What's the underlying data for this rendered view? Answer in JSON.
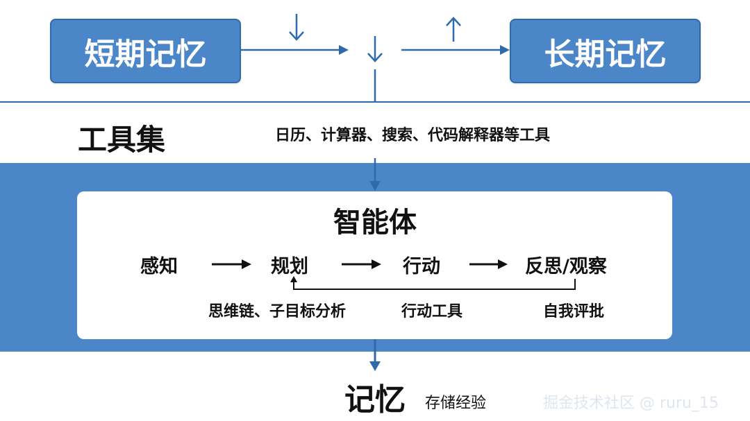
{
  "top": {
    "short_term_memory": "短期记忆",
    "long_term_memory": "长期记忆"
  },
  "toolset": {
    "title": "工具集",
    "description": "日历、计算器、搜索、代码解释器等工具"
  },
  "agent": {
    "title": "智能体",
    "steps": [
      "感知",
      "规划",
      "行动",
      "反思/观察"
    ],
    "notes": [
      "思维链、子目标分析",
      "行动工具",
      "自我评批"
    ]
  },
  "memory": {
    "title": "记忆",
    "description": "存储经验"
  },
  "watermark": "掘金技术社区 @ ruru_15",
  "colors": {
    "blue": "#4a86c8",
    "line_blue": "#2f6aab",
    "text": "#111111"
  }
}
